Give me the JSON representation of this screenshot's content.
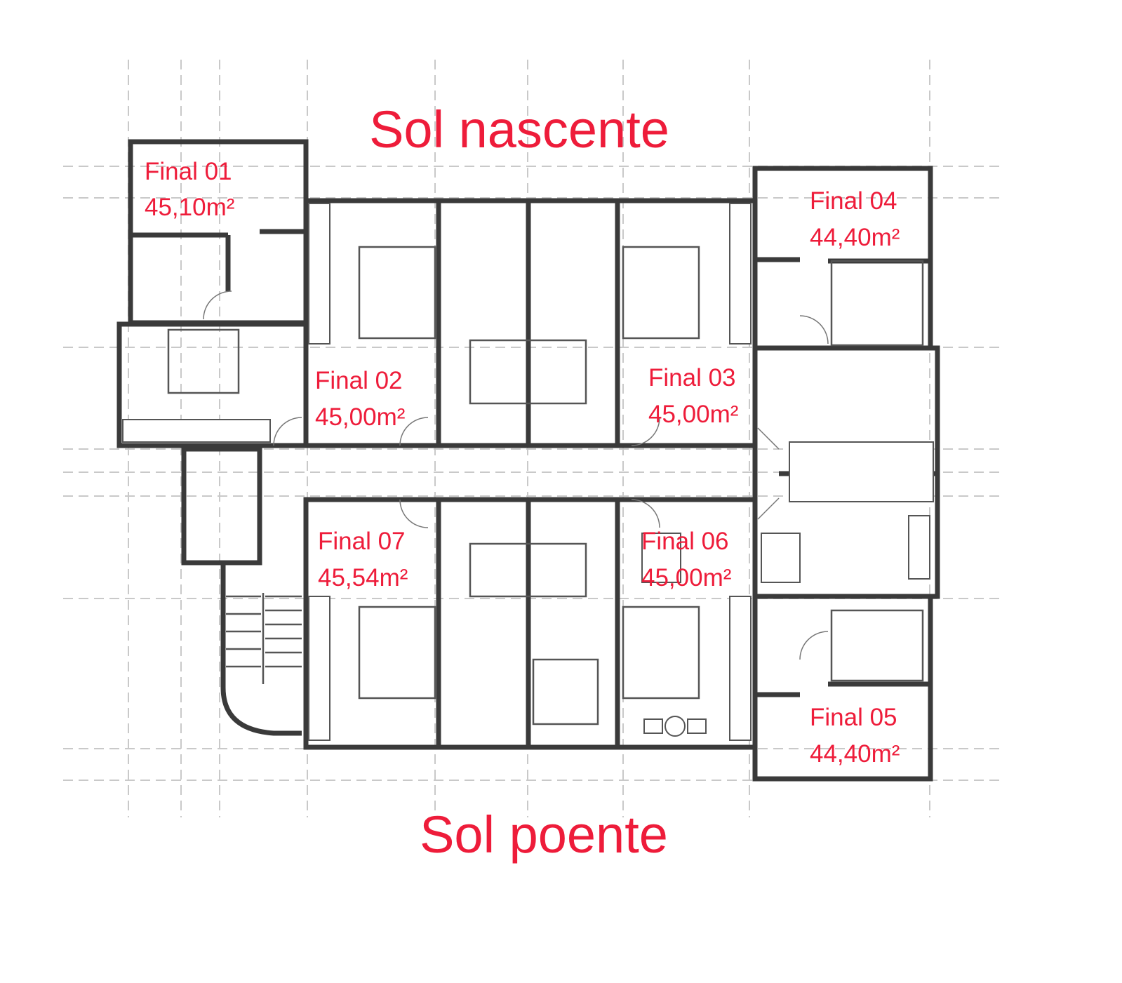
{
  "orientation": {
    "top": "Sol nascente",
    "bottom": "Sol poente"
  },
  "units": [
    {
      "name": "Final 01",
      "area": "45,10m²"
    },
    {
      "name": "Final 02",
      "area": "45,00m²"
    },
    {
      "name": "Final 03",
      "area": "45,00m²"
    },
    {
      "name": "Final 04",
      "area": "44,40m²"
    },
    {
      "name": "Final 05",
      "area": "44,40m²"
    },
    {
      "name": "Final 06",
      "area": "45,00m²"
    },
    {
      "name": "Final 07",
      "area": "45,54m²"
    }
  ],
  "colors": {
    "label": "#ee1c3a",
    "walls": "#3a3a3a",
    "grid": "#c9c9c9"
  }
}
